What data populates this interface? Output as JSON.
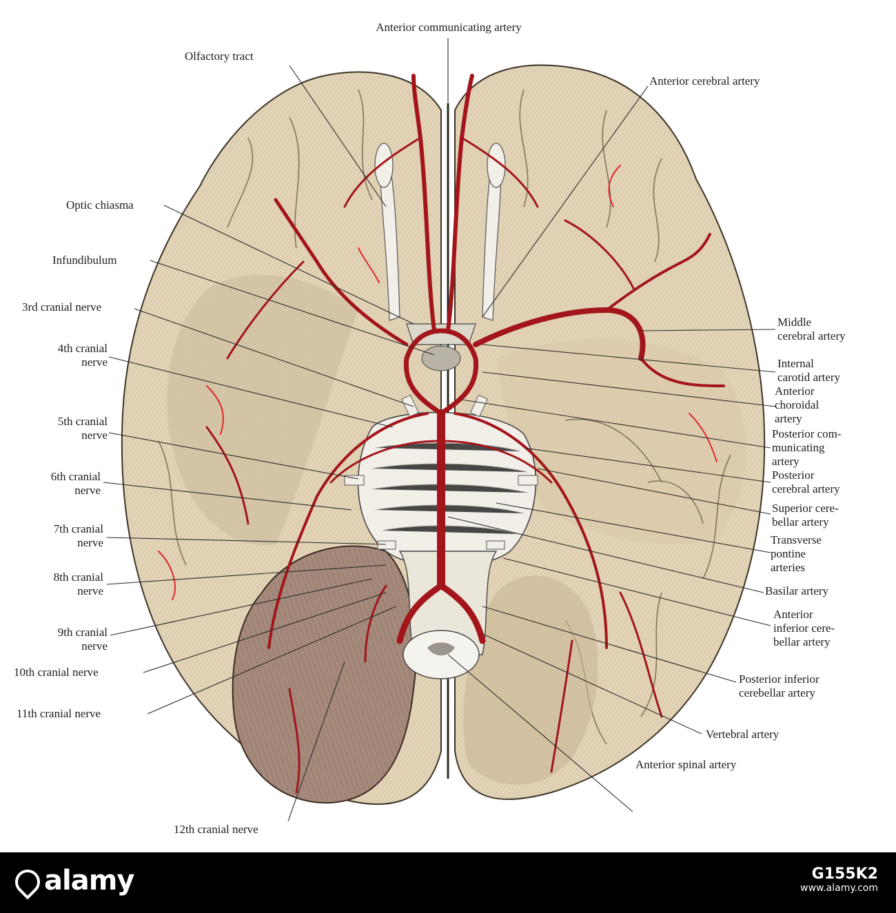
{
  "labels": {
    "anterior_communicating": "Anterior communicating artery",
    "olfactory_tract": "Olfactory tract",
    "anterior_cerebral": "Anterior cerebral artery",
    "optic_chiasma": "Optic chiasma",
    "infundibulum": "Infundibulum",
    "cranial_3": "3rd cranial nerve",
    "cranial_4": [
      "4th cranial",
      "nerve"
    ],
    "cranial_5": [
      "5th cranial",
      "nerve"
    ],
    "cranial_6": [
      "6th cranial",
      "nerve"
    ],
    "cranial_7": [
      "7th cranial",
      "nerve"
    ],
    "cranial_8": [
      "8th cranial",
      "nerve"
    ],
    "cranial_9": [
      "9th cranial",
      "nerve"
    ],
    "cranial_10": "10th cranial nerve",
    "cranial_11": "11th cranial nerve",
    "cranial_12": "12th cranial nerve",
    "middle_cerebral": [
      "Middle",
      "cerebral artery"
    ],
    "internal_carotid": [
      "Internal",
      "carotid artery"
    ],
    "anterior_choroidal": [
      "Anterior",
      "choroidal",
      "artery"
    ],
    "posterior_communicating": [
      "Posterior com-",
      "municating",
      "artery"
    ],
    "posterior_cerebral": [
      "Posterior",
      "cerebral artery"
    ],
    "superior_cerebellar": [
      "Superior cere-",
      "bellar artery"
    ],
    "transverse_pontine": [
      "Transverse",
      "pontine",
      "arteries"
    ],
    "basilar": "Basilar artery",
    "anterior_inferior_cerebellar": [
      "Anterior",
      "inferior cere-",
      "bellar artery"
    ],
    "posterior_inferior_cerebellar": [
      "Posterior inferior",
      "cerebellar artery"
    ],
    "vertebral": "Vertebral artery",
    "anterior_spinal": "Anterior spinal artery"
  },
  "footer": {
    "brand": "alamy",
    "image_id": "G155K2",
    "url": "www.alamy.com"
  },
  "colors": {
    "brain": "#e2d3b6",
    "brain_shadow": "#c9b894",
    "cerebellum": "#a58a7c",
    "artery": "#a3151a",
    "artery_bright": "#e0262b",
    "nerve": "#f1efe8",
    "line": "#2a2a2a"
  }
}
